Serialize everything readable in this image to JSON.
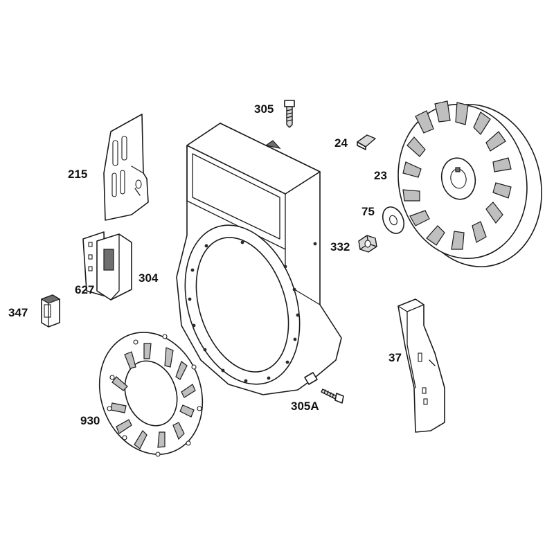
{
  "diagram": {
    "callouts": [
      {
        "id": "215",
        "text": "215"
      },
      {
        "id": "627",
        "text": "627"
      },
      {
        "id": "304",
        "text": "304"
      },
      {
        "id": "347",
        "text": "347"
      },
      {
        "id": "930",
        "text": "930"
      },
      {
        "id": "305",
        "text": "305"
      },
      {
        "id": "305A",
        "text": "305A"
      },
      {
        "id": "24",
        "text": "24"
      },
      {
        "id": "23",
        "text": "23"
      },
      {
        "id": "75",
        "text": "75"
      },
      {
        "id": "332",
        "text": "332"
      },
      {
        "id": "37",
        "text": "37"
      }
    ]
  }
}
